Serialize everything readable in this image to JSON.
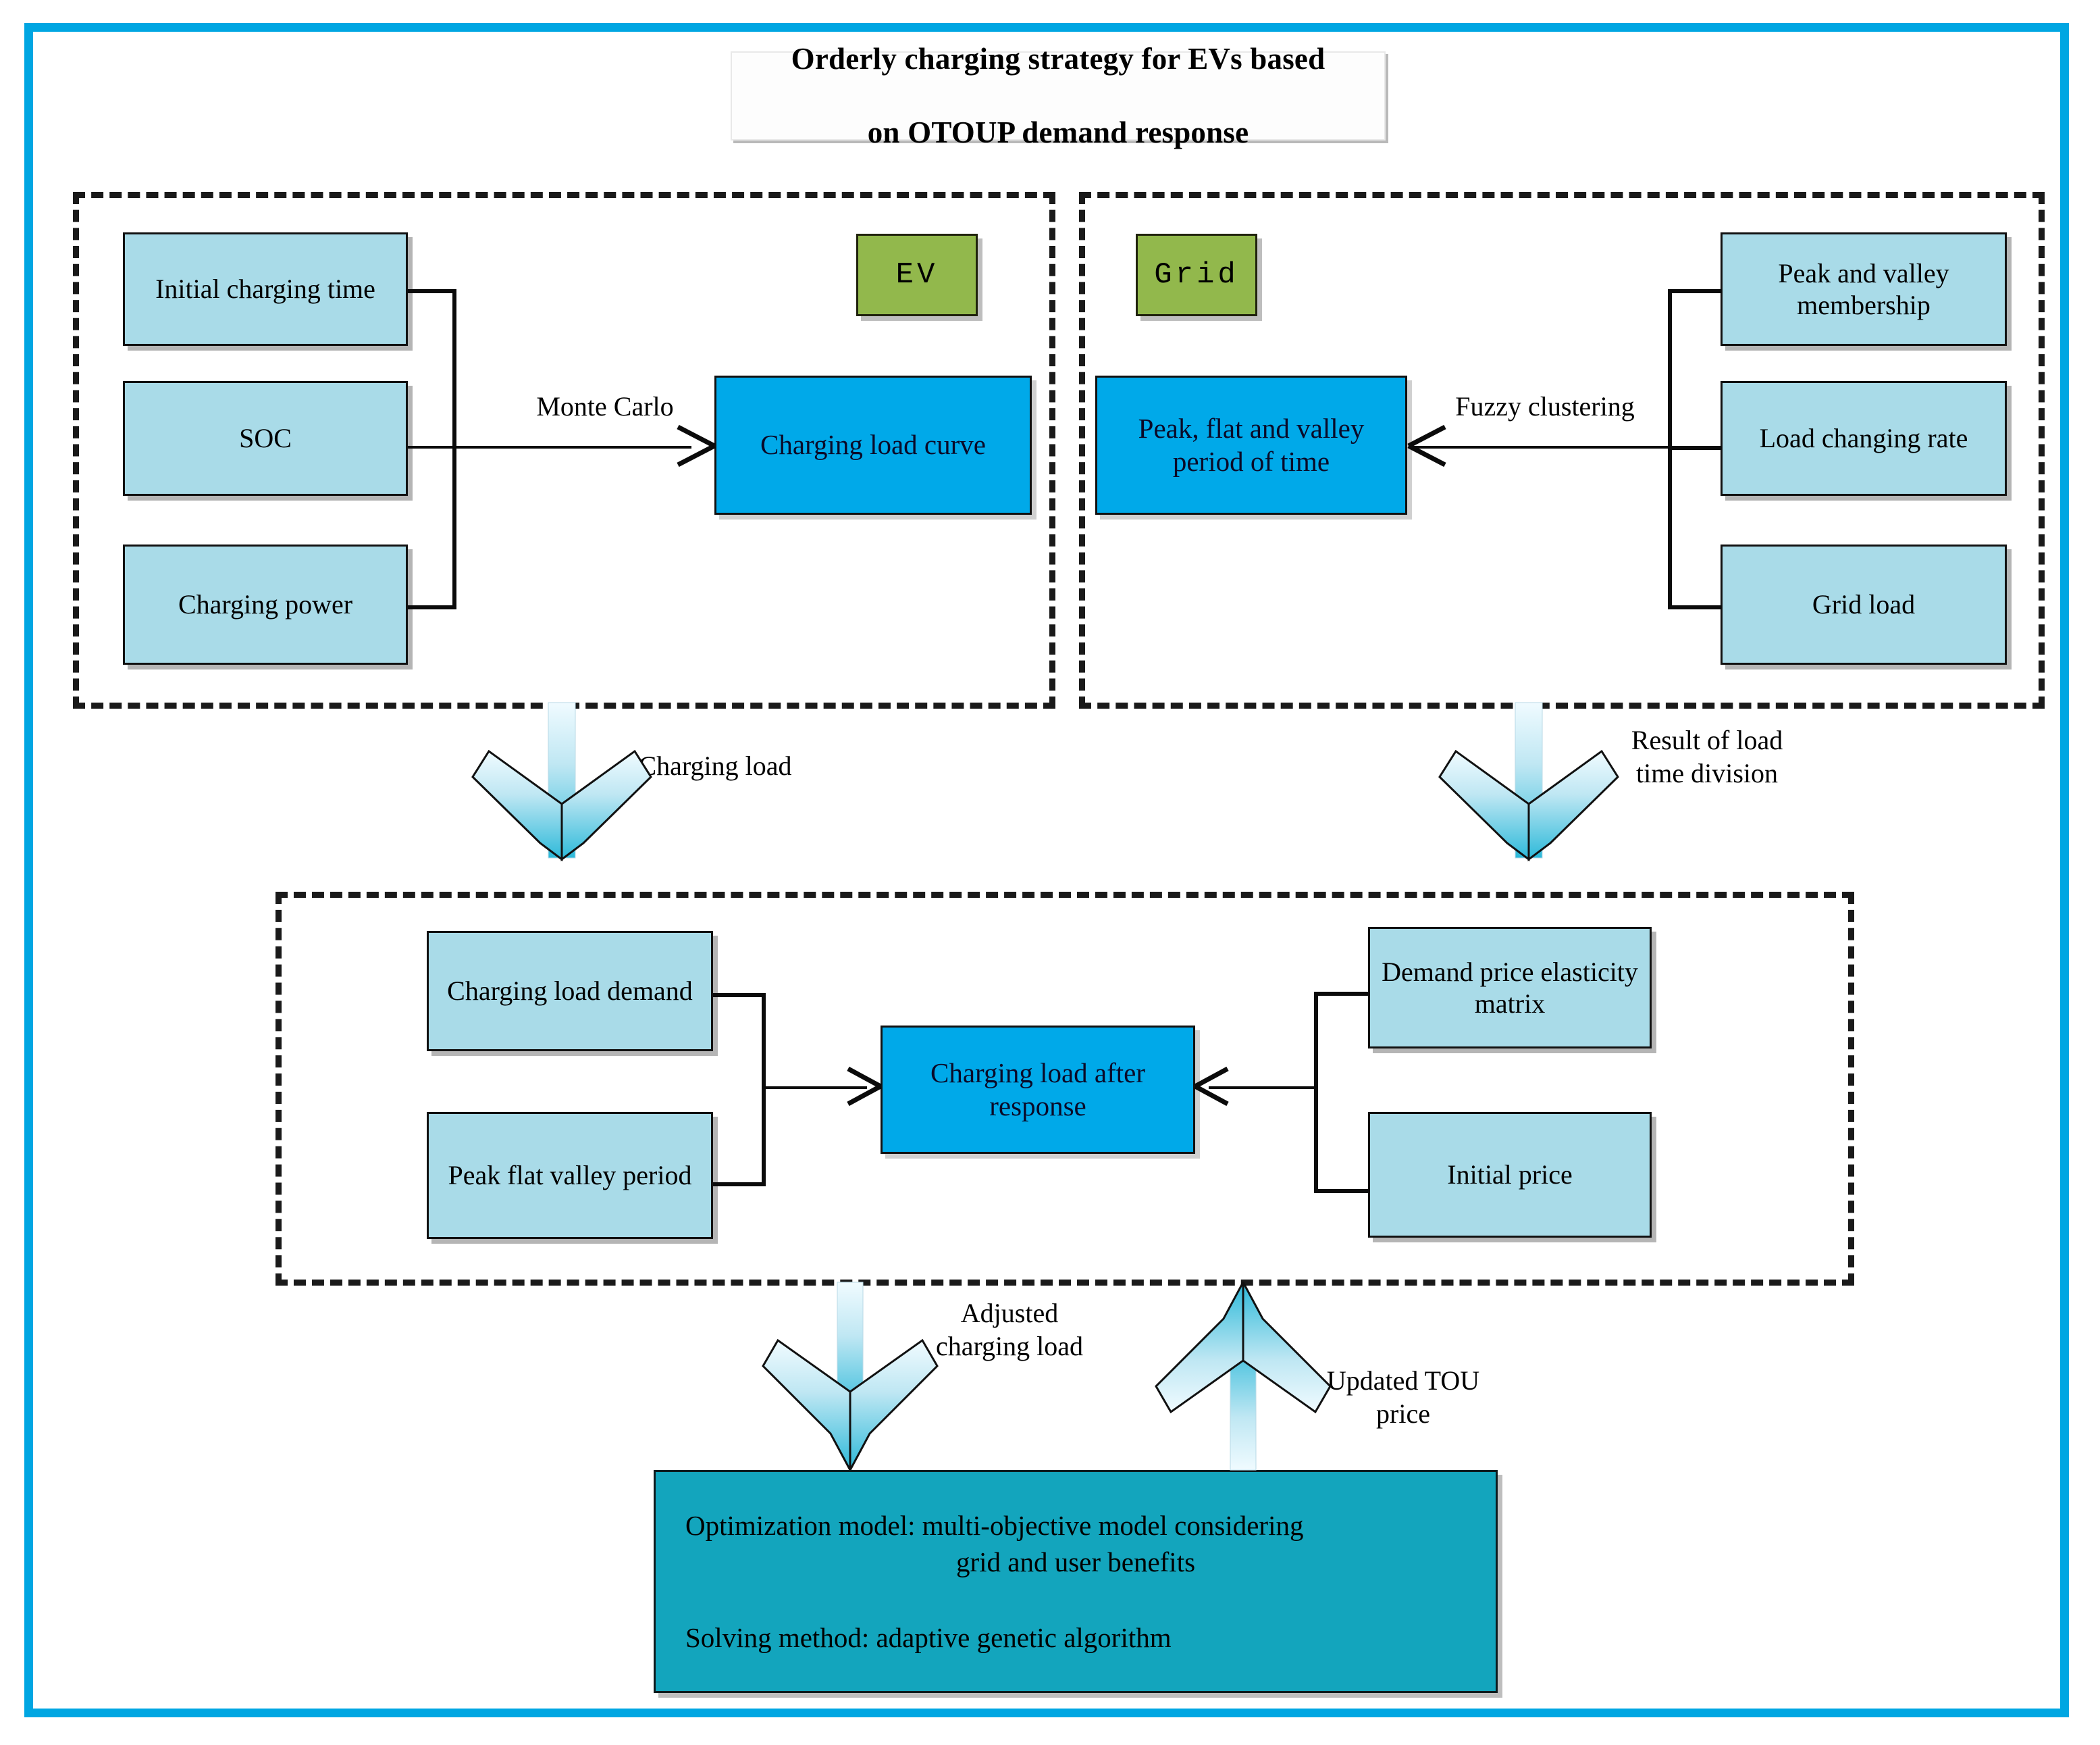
{
  "title": {
    "line1": "Orderly charging strategy for EVs based",
    "line2": "on OTOUP demand response"
  },
  "colors": {
    "frame": "#00a6e2",
    "light_box": "#a9dbe8",
    "cyan_box": "#00a9e9",
    "green_badge": "#92b84c",
    "teal_box": "#13a5bd",
    "arrow_cyan": "#2bb8d8",
    "line": "#0b0b0b"
  },
  "ev_panel": {
    "badge": "EV",
    "inputs": [
      {
        "label": "Initial charging\ntime"
      },
      {
        "label": "SOC"
      },
      {
        "label": "Charging power"
      }
    ],
    "method_label": "Monte Carlo",
    "output": "Charging load curve"
  },
  "grid_panel": {
    "badge": "Grid",
    "inputs": [
      {
        "label": "Peak and valley\nmembership"
      },
      {
        "label": "Load changing\nrate"
      },
      {
        "label": "Grid load"
      }
    ],
    "method_label": "Fuzzy clustering",
    "output": "Peak, flat and valley\nperiod of time"
  },
  "transfer_arrows": {
    "left": "Charging load",
    "right": "Result of load\ntime division"
  },
  "response_panel": {
    "left_inputs": [
      {
        "label": "Charging load\ndemand"
      },
      {
        "label": "Peak flat valley\nperiod"
      }
    ],
    "right_inputs": [
      {
        "label": "Demand price\nelasticity matrix"
      },
      {
        "label": "Initial price"
      }
    ],
    "center": "Charging load after\nresponse"
  },
  "bottom_arrows": {
    "down": "Adjusted\ncharging load",
    "up": "Updated TOU\nprice"
  },
  "optimization": {
    "line1": "Optimization model:  multi-objective model considering",
    "line2": "grid and user benefits",
    "line3": "Solving method:  adaptive genetic algorithm"
  }
}
